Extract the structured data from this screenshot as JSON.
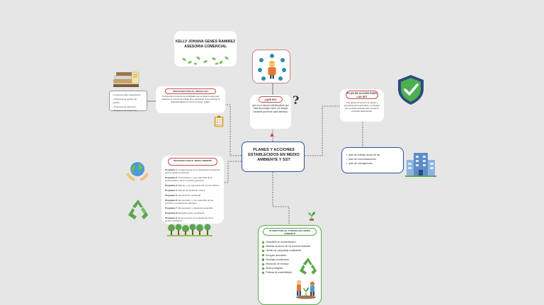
{
  "central": {
    "title": "PLANES Y ACCIONES ESTABLECIDOS EN MEDIO AMBIENTE Y SST"
  },
  "author": {
    "name": "KELLY JOHANA GENES RAMIREZ",
    "role": "ASESORIA COMERCIAL"
  },
  "what_sst": {
    "title": "¿QUE ES?",
    "text": "que es un campo interdisciplinar que trata de proteger sobre los riesgos laborales que tiene cada actividad."
  },
  "sst_program": {
    "title": "PROGRAMA PARA EL RIESGO SST",
    "text": "Comprende el conjunto de actividades que se llevan a cabo para mantener un entorno de trabajo libre, generando como principio la seguridad laboral a mínimo el riesgo, peligro.",
    "items": [
      "Programa para capacitación",
      "Programa de gestión de cambio",
      "Programa de inducción",
      "Programa de inspección"
    ]
  },
  "action_plan": {
    "title": "PLAN DE ACCIÓN PARA LAS SST",
    "text": "Son planes de acción con tareas y procedimientos específicos y puntuales que se deben adoptar para cumplir el propósito determinado."
  },
  "plans_list": {
    "items": [
      "plan de trabajo anual de sst",
      "plan de comunicaciones",
      "plan de emergencias"
    ]
  },
  "env_program": {
    "title": "PROGRAMA PARA EL MEDIO AMBIENTE",
    "items": [
      {
        "label": "Programa 1:",
        "text": "Fortalecimiento de la capacidad institucional para la gestión ambiental."
      },
      {
        "label": "Programa 2:",
        "text": "Conocimiento y uso sostenible de la biodiversidad y de los recursos genéticos."
      },
      {
        "label": "Programa 3:",
        "text": "Manejo y uso apropiado del recurso hídrico."
      },
      {
        "label": "Programa 4:",
        "text": "Manejo del ambiente urbano."
      },
      {
        "label": "Programa 5:",
        "text": "Saneamiento ambiental."
      },
      {
        "label": "Programa 6:",
        "text": "Recuperación y uso sostenible de los recursos y ecosistemas naturales."
      },
      {
        "label": "Programa 7:",
        "text": "Recuperación y desarrollo sostenible."
      },
      {
        "label": "Programa 8:",
        "text": "Educación para el ambiente."
      },
      {
        "label": "Programa 9:",
        "text": "Apoyo al sector en el desarrollo de la gestión ambiental."
      }
    ]
  },
  "env_care": {
    "title": "PLANES PARA EL CUIDADO DEL MEDIO AMBIENTE",
    "items": [
      "Campañas de concientización",
      "Medidas de ahorro de los recursos naturales",
      "Huellas de compostaje reutilizables",
      "Energías renovables",
      "Reciclaje y reutilización",
      "Reducción de residuos",
      "Áreas protegidas",
      "Políticas de sostenibilidad"
    ]
  }
}
